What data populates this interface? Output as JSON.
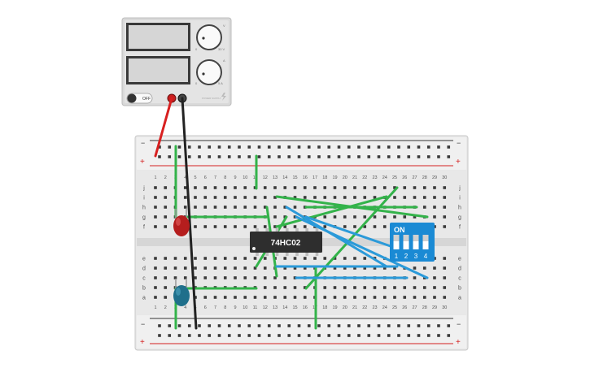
{
  "power_supply": {
    "knob1_max": "30 V",
    "knob2_max": "5 A",
    "knob_min": "0",
    "knob1_unit": "V",
    "knob2_unit": "A",
    "switch_label": "OFF",
    "brand_label": "POWER SUPPLY"
  },
  "breadboard": {
    "columns": [
      "1",
      "2",
      "3",
      "4",
      "5",
      "6",
      "7",
      "8",
      "9",
      "10",
      "11",
      "12",
      "13",
      "14",
      "15",
      "16",
      "17",
      "18",
      "19",
      "20",
      "21",
      "22",
      "23",
      "24",
      "25",
      "26",
      "27",
      "28",
      "29",
      "30"
    ],
    "rows_top": [
      "j",
      "i",
      "h",
      "g",
      "f"
    ],
    "rows_bottom": [
      "e",
      "d",
      "c",
      "b",
      "a"
    ],
    "rail_minus": "−",
    "rail_plus": "+"
  },
  "chip": {
    "label": "74HC02"
  },
  "dip_switch": {
    "label": "ON",
    "positions": [
      "1",
      "2",
      "3",
      "4"
    ]
  },
  "colors": {
    "wire_green": "#33b34a",
    "wire_blue": "#2b9ad9",
    "wire_red": "#d82020",
    "wire_black": "#222222",
    "led_red": "#b51e1e",
    "led_blue": "#1f6f8b",
    "dip_blue": "#1a8ad4",
    "chip_body": "#2e2e2e"
  }
}
